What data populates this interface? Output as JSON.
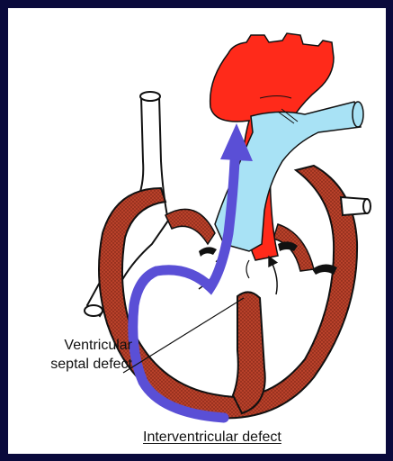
{
  "labels": {
    "defect_line1": "Ventricular",
    "defect_line2": "septal defect"
  },
  "caption": "Interventricular defect",
  "colors": {
    "background": "#0a0a3c",
    "aorta": "#ff2a1a",
    "pulmonary_artery": "#a8e2f5",
    "myocardium": "#b8412a",
    "shunt_arrow": "#5a4fd6",
    "outline": "#111111"
  }
}
